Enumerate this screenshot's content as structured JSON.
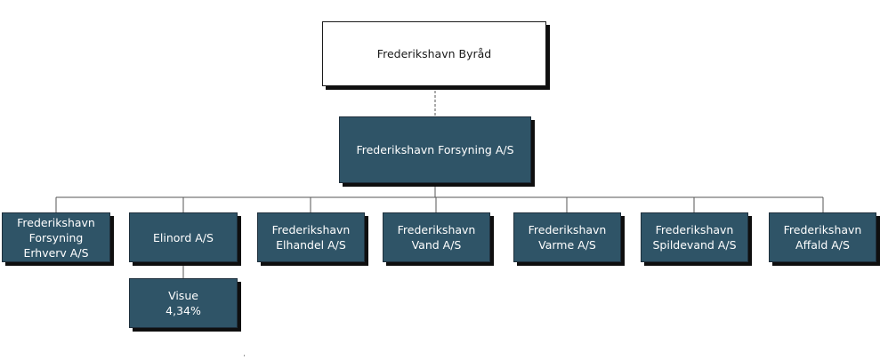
{
  "org_chart": {
    "root": {
      "label": "Frederikshavn Byråd"
    },
    "parent": {
      "label": "Frederikshavn Forsyning A/S"
    },
    "subsidiaries": [
      {
        "label": "Frederikshavn\nForsyning\nErhverv A/S"
      },
      {
        "label": "Elinord A/S"
      },
      {
        "label": "Frederikshavn\nElhandel A/S"
      },
      {
        "label": "Frederikshavn\nVand A/S"
      },
      {
        "label": "Frederikshavn\nVarme A/S"
      },
      {
        "label": "Frederikshavn\nSpildevand A/S"
      },
      {
        "label": "Frederikshavn\nAffald A/S"
      }
    ],
    "sub_holding": {
      "label": "Visue\n4,34%"
    }
  },
  "colors": {
    "box_fill": "#2f5467",
    "box_text": "#ffffff",
    "shadow": "#0f0f0f",
    "connector": "#555555"
  }
}
